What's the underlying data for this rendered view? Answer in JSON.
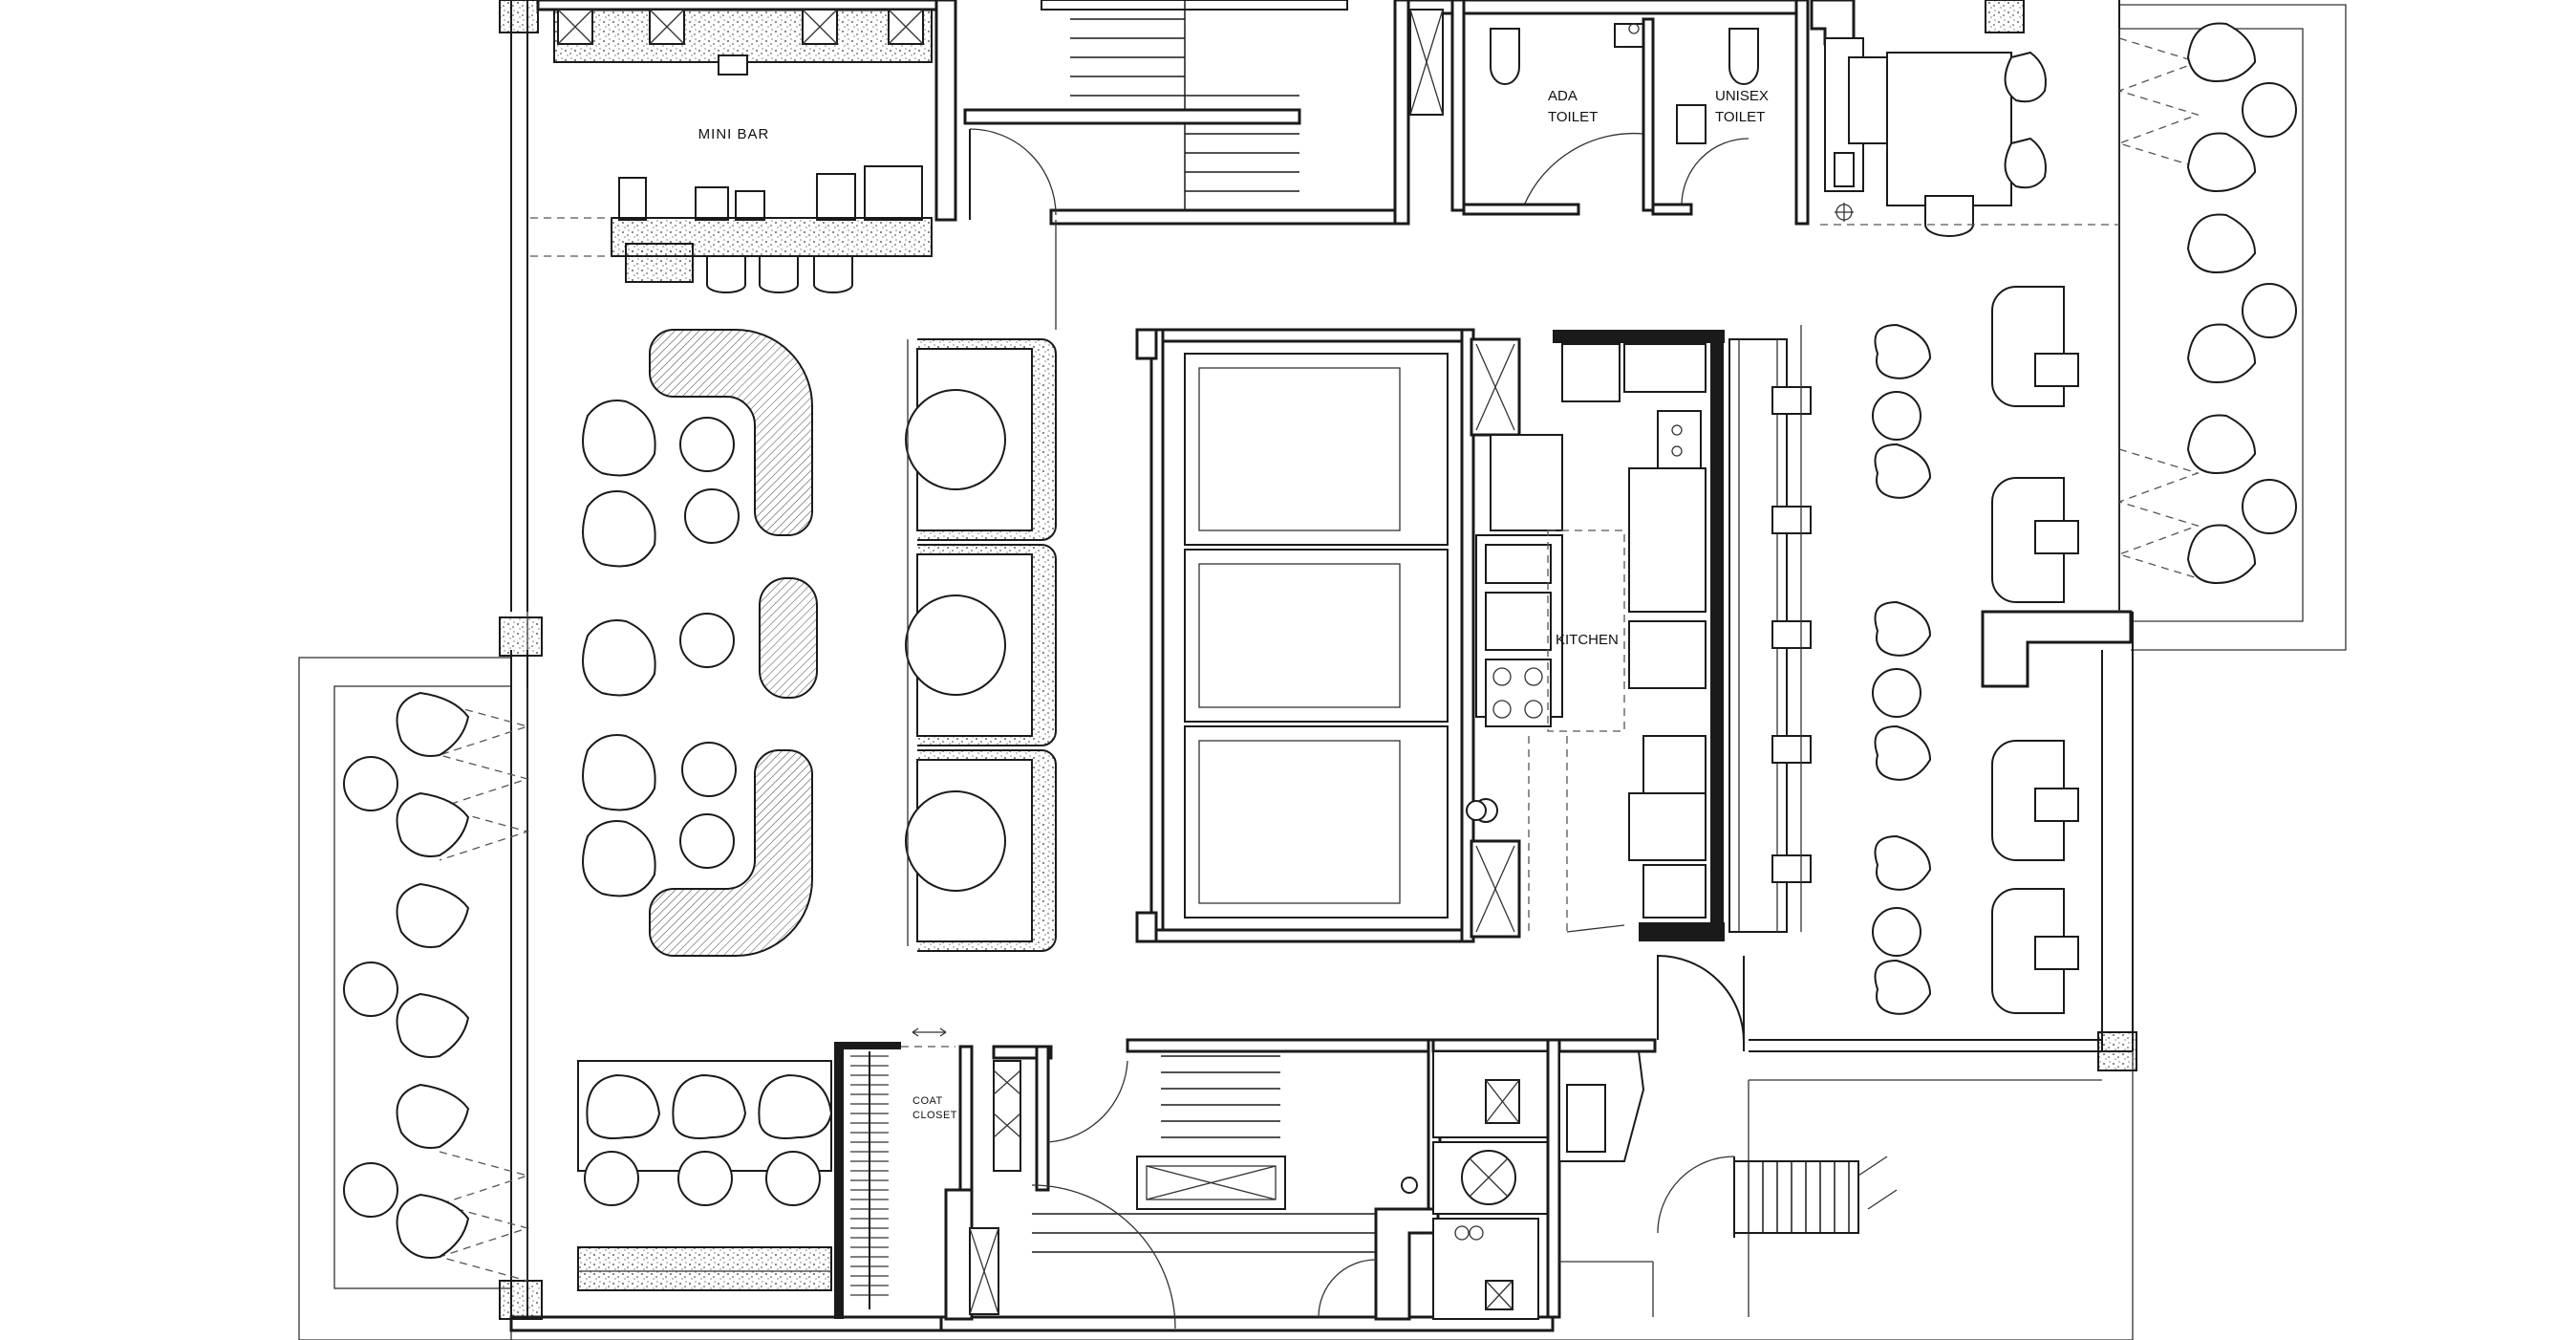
{
  "labels": {
    "mini_bar": "MINI BAR",
    "ada_toilet_line1": "ADA",
    "ada_toilet_line2": "TOILET",
    "unisex_toilet_line1": "UNISEX",
    "unisex_toilet_line2": "TOILET",
    "kitchen": "KITCHEN",
    "coat_closet_line1": "COAT",
    "coat_closet_line2": "CLOSET"
  },
  "colors": {
    "ink": "#1a1a1a",
    "paper": "#ffffff",
    "dash": "#555555"
  }
}
